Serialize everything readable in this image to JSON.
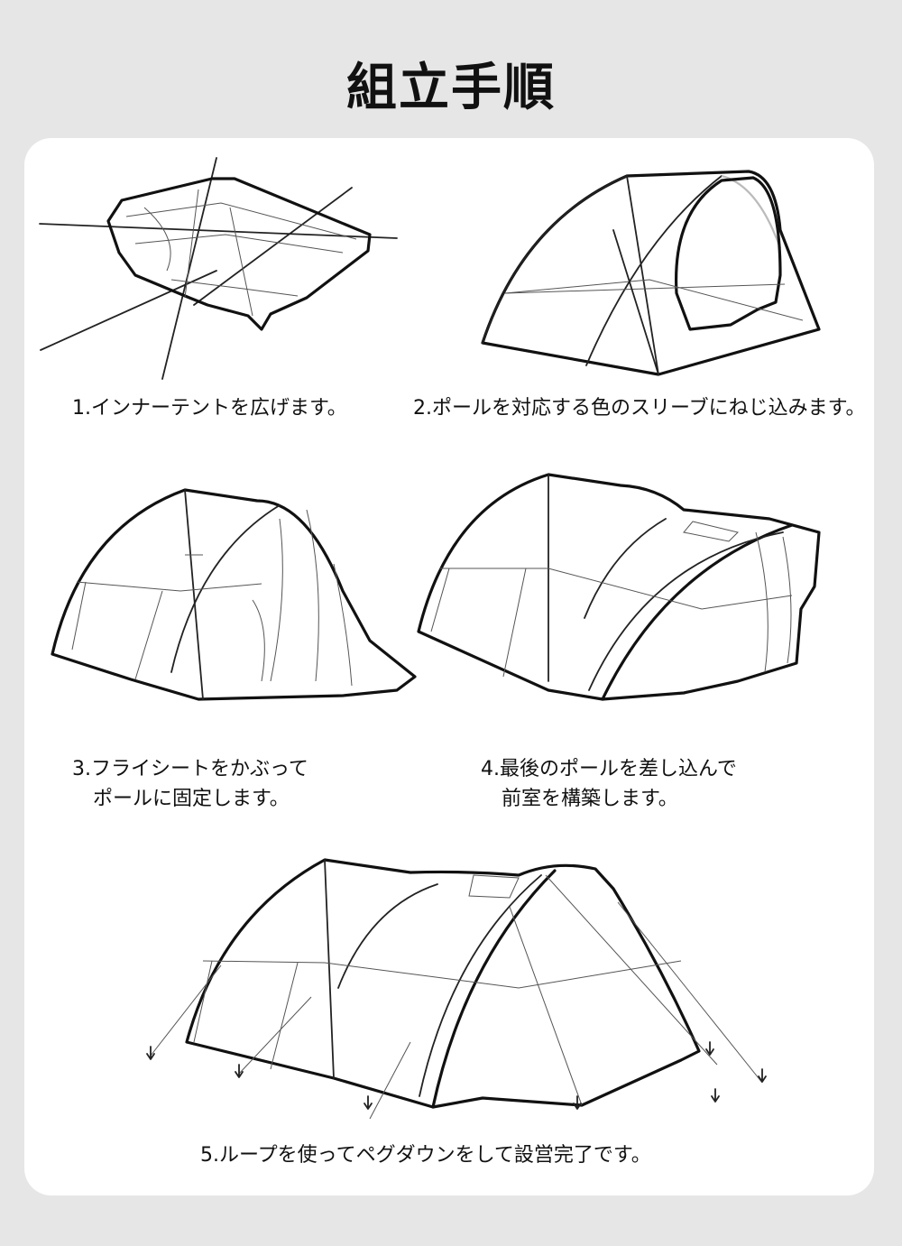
{
  "title": "組立手順",
  "steps": [
    {
      "id": "1",
      "caption": "1.インナーテントを広げます。"
    },
    {
      "id": "2",
      "caption": "2.ポールを対応する色のスリーブにねじ込みます。"
    },
    {
      "id": "3",
      "caption_line1": "3.フライシートをかぶって",
      "caption_line2": "ポールに固定します。"
    },
    {
      "id": "4",
      "caption_line1": "4.最後のポールを差し込んで",
      "caption_line2": "前室を構築します。"
    },
    {
      "id": "5",
      "caption": "5.ループを使ってペグダウンをして設営完了です。"
    }
  ]
}
